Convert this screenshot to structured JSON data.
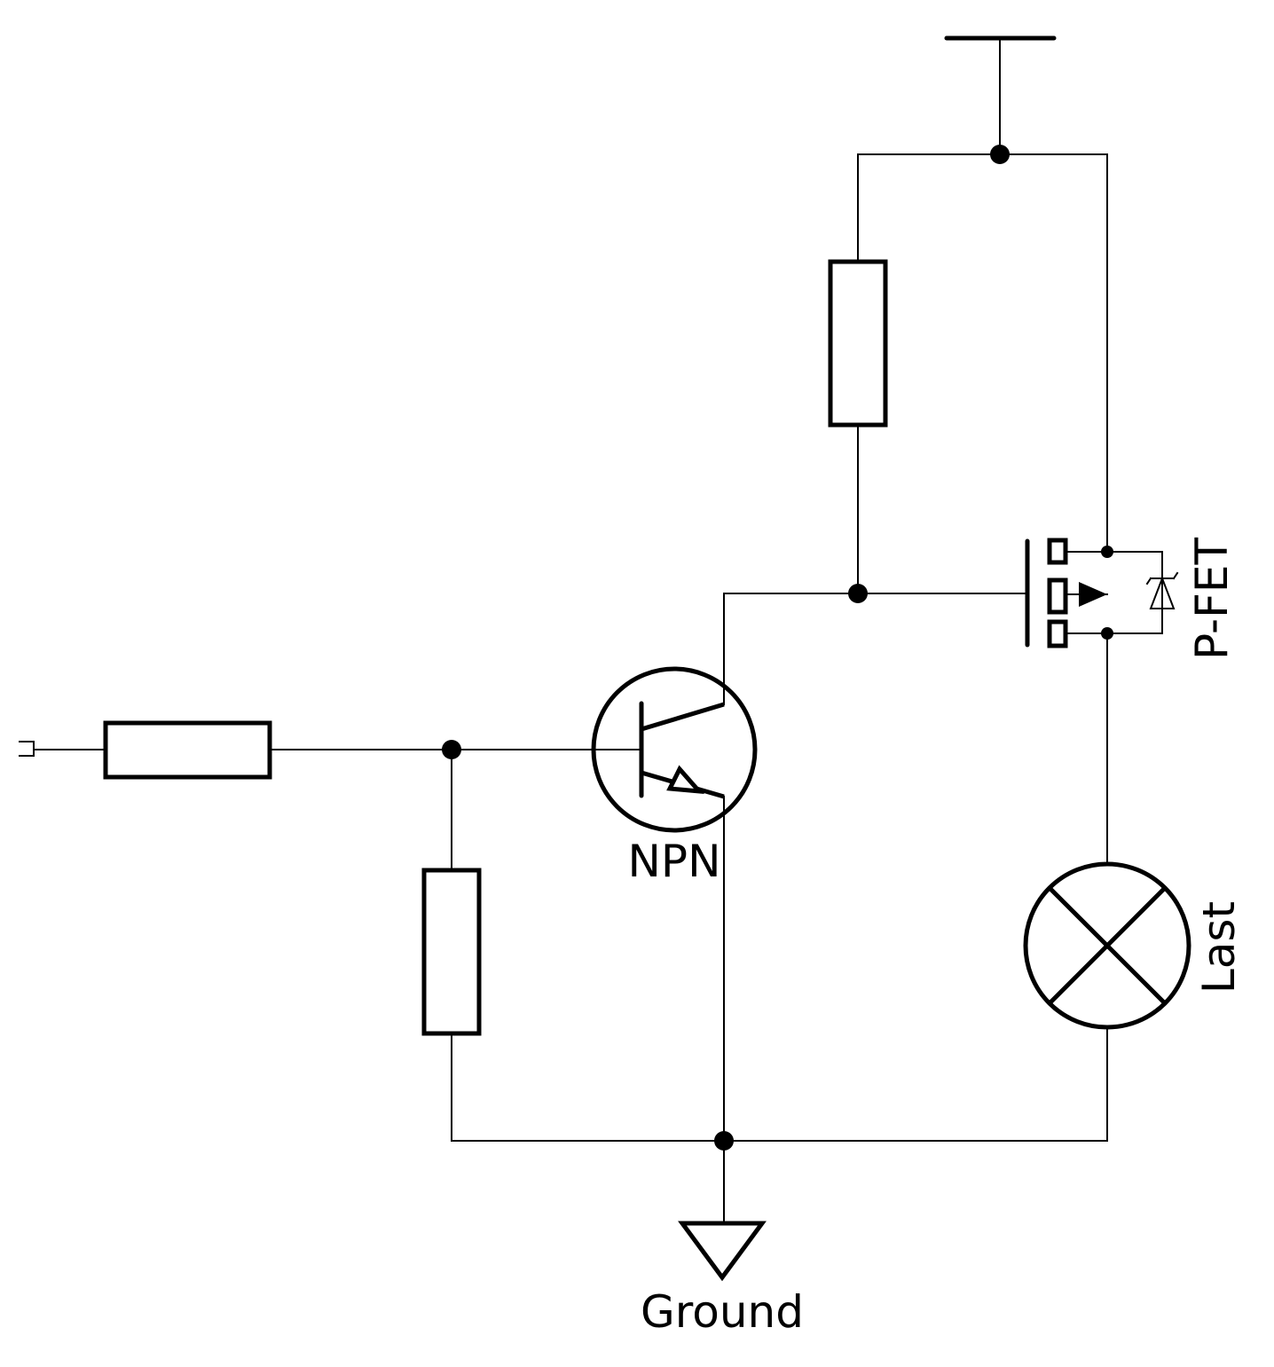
{
  "labels": {
    "npn": "NPN",
    "pfet": "P-FET",
    "load": "Last",
    "ground": "Ground"
  },
  "colors": {
    "background": "#ffffff",
    "ink": "#000000"
  }
}
